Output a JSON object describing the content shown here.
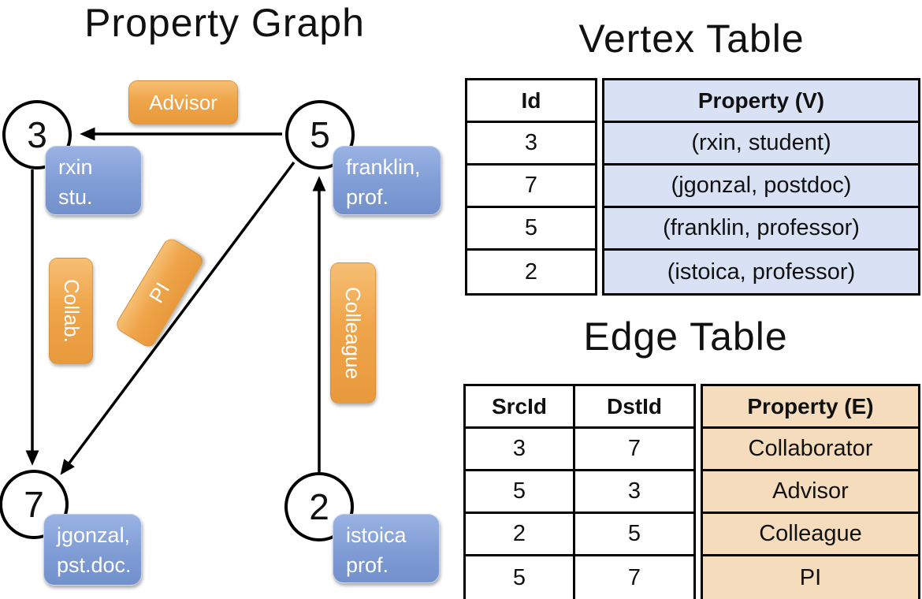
{
  "graph": {
    "title": "Property Graph",
    "nodes": [
      {
        "id": "3",
        "line1": "rxin",
        "line2": "stu."
      },
      {
        "id": "5",
        "line1": "franklin,",
        "line2": "prof."
      },
      {
        "id": "7",
        "line1": "jgonzal,",
        "line2": "pst.doc."
      },
      {
        "id": "2",
        "line1": "istoica",
        "line2": "prof."
      }
    ],
    "edge_labels": {
      "advisor": "Advisor",
      "collab": "Collab.",
      "pi": "PI",
      "colleague": "Colleague"
    }
  },
  "vertex_table": {
    "title": "Vertex Table",
    "columns": [
      "Id",
      "Property (V)"
    ],
    "rows": [
      [
        "3",
        "(rxin, student)"
      ],
      [
        "7",
        "(jgonzal, postdoc)"
      ],
      [
        "5",
        "(franklin, professor)"
      ],
      [
        "2",
        "(istoica, professor)"
      ]
    ]
  },
  "edge_table": {
    "title": "Edge Table",
    "columns": [
      "SrcId",
      "DstId",
      "Property (E)"
    ],
    "rows": [
      [
        "3",
        "7",
        "Collaborator"
      ],
      [
        "5",
        "3",
        "Advisor"
      ],
      [
        "2",
        "5",
        "Colleague"
      ],
      [
        "5",
        "7",
        "PI"
      ]
    ]
  },
  "colors": {
    "edge_label_orange": "#efa54a",
    "vertex_box_blue": "#7f9cd5",
    "vertex_table_fill": "#d9e2f4",
    "edge_table_fill": "#f4dcbd",
    "line": "#000000"
  }
}
